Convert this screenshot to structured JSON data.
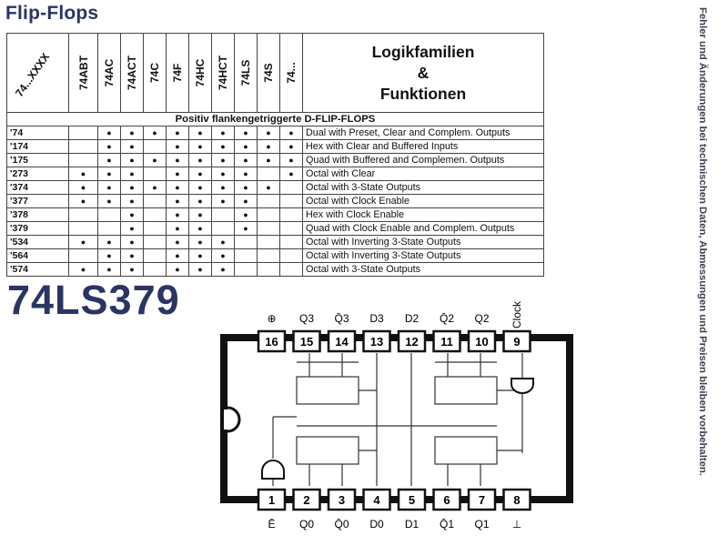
{
  "title": "Flip-Flops",
  "side_note": "Fehler und Änderungen bei technischen Daten, Abmessungen und Preisen bleiben vorbehalten.",
  "table": {
    "corner_label": "74...XXXX",
    "families": [
      "74ABT",
      "74AC",
      "74ACT",
      "74C",
      "74F",
      "74HC",
      "74HCT",
      "74LS",
      "74S",
      "74..."
    ],
    "header_line1": "Logikfamilien",
    "header_line2": "&",
    "header_line3": "Funktionen",
    "section_title": "Positiv flankengetriggerte D-FLIP-FLOPS",
    "dot_glyph": "●",
    "rows": [
      {
        "type": "'74",
        "desc": "Dual with Preset, Clear and Complem. Outputs",
        "marks": [
          0,
          1,
          1,
          1,
          1,
          1,
          1,
          1,
          1,
          1
        ]
      },
      {
        "type": "'174",
        "desc": "Hex with Clear and Buffered Inputs",
        "marks": [
          0,
          1,
          1,
          0,
          1,
          1,
          1,
          1,
          1,
          1
        ]
      },
      {
        "type": "'175",
        "desc": "Quad with Buffered and Complemen. Outputs",
        "marks": [
          0,
          1,
          1,
          1,
          1,
          1,
          1,
          1,
          1,
          1
        ]
      },
      {
        "type": "'273",
        "desc": "Octal with Clear",
        "marks": [
          1,
          1,
          1,
          0,
          1,
          1,
          1,
          1,
          0,
          1
        ]
      },
      {
        "type": "'374",
        "desc": "Octal with 3-State Outputs",
        "marks": [
          1,
          1,
          1,
          1,
          1,
          1,
          1,
          1,
          1,
          0
        ]
      },
      {
        "type": "'377",
        "desc": "Octal with Clock Enable",
        "marks": [
          1,
          1,
          1,
          0,
          1,
          1,
          1,
          1,
          0,
          0
        ]
      },
      {
        "type": "'378",
        "desc": "Hex with Clock Enable",
        "marks": [
          0,
          0,
          1,
          0,
          1,
          1,
          0,
          1,
          0,
          0
        ]
      },
      {
        "type": "'379",
        "desc": "Quad with Clock Enable and Complem. Outputs",
        "marks": [
          0,
          0,
          1,
          0,
          1,
          1,
          0,
          1,
          0,
          0
        ]
      },
      {
        "type": "'534",
        "desc": "Octal with Inverting 3-State Outputs",
        "marks": [
          1,
          1,
          1,
          0,
          1,
          1,
          1,
          0,
          0,
          0
        ]
      },
      {
        "type": "'564",
        "desc": "Octal with Inverting 3-State Outputs",
        "marks": [
          0,
          1,
          1,
          0,
          1,
          1,
          1,
          0,
          0,
          0
        ]
      },
      {
        "type": "'574",
        "desc": "Octal with 3-State Outputs",
        "marks": [
          1,
          1,
          1,
          0,
          1,
          1,
          1,
          0,
          0,
          0
        ]
      }
    ]
  },
  "chip": {
    "name": "74LS379",
    "top_pins": [
      "16",
      "15",
      "14",
      "13",
      "12",
      "11",
      "10",
      "9"
    ],
    "top_labels": [
      "⊕",
      "Q3",
      "Q̄3",
      "D3",
      "D2",
      "Q̄2",
      "Q2",
      "Clock"
    ],
    "bottom_pins": [
      "1",
      "2",
      "3",
      "4",
      "5",
      "6",
      "7",
      "8"
    ],
    "bottom_labels": [
      "Ē",
      "Q0",
      "Q̄0",
      "D0",
      "D1",
      "Q̄1",
      "Q1",
      "⊥"
    ]
  }
}
